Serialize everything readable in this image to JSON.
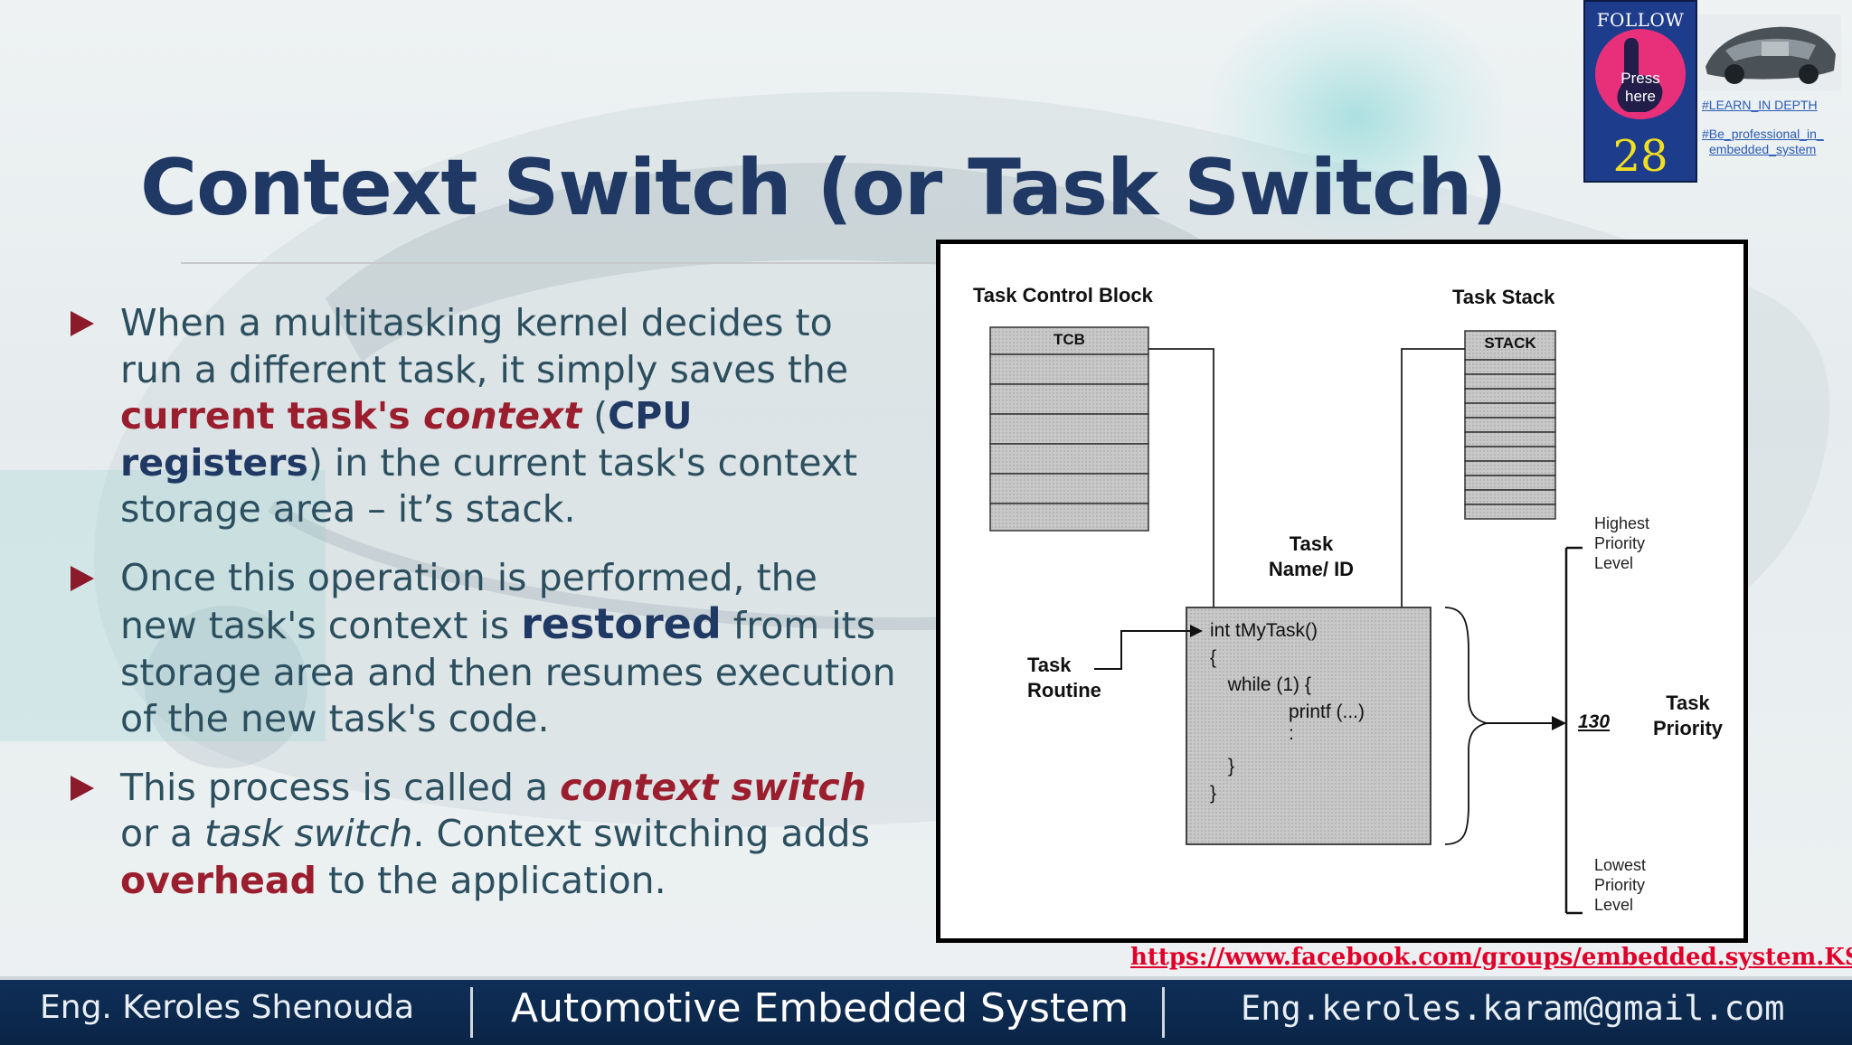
{
  "slide": {
    "title": "Context Switch (or Task Switch)",
    "bullets": [
      {
        "parts": [
          {
            "text": "When a multitasking kernel decides to run a different task, it simply saves the ",
            "style": "plain"
          },
          {
            "text": "current task's ",
            "style": "red"
          },
          {
            "text": "context",
            "style": "redi"
          },
          {
            "text": " (",
            "style": "plain"
          },
          {
            "text": "CPU registers",
            "style": "blue"
          },
          {
            "text": ") in the current task's context storage area – it’s stack.",
            "style": "plain"
          }
        ]
      },
      {
        "parts": [
          {
            "text": " Once this operation is performed, the new task's context is ",
            "style": "plain"
          },
          {
            "text": "restored",
            "style": "blue-big"
          },
          {
            "text": " from its storage area and then resumes execution of the new task's code.",
            "style": "plain"
          }
        ]
      },
      {
        "parts": [
          {
            "text": "This process is called a ",
            "style": "plain"
          },
          {
            "text": "context switch",
            "style": "redi"
          },
          {
            "text": " or a ",
            "style": "plain"
          },
          {
            "text": "task switch",
            "style": "ital"
          },
          {
            "text": ". Context switching adds ",
            "style": "plain"
          },
          {
            "text": "overhead",
            "style": "red"
          },
          {
            "text": " to the application.",
            "style": "plain"
          }
        ]
      }
    ]
  },
  "diagram": {
    "tcb_title": "Task Control Block",
    "tcb_header": "TCB",
    "stack_title": "Task Stack",
    "stack_header": "STACK",
    "task_name": "Task\nName/ ID",
    "task_routine": "Task\nRoutine",
    "code_lines": [
      "int tMyTask()",
      "{",
      "  while (1) {",
      "printf (...)",
      ":",
      "}",
      "}"
    ],
    "highest": "Highest\nPriority\nLevel",
    "lowest": "Lowest\nPriority\nLevel",
    "priority_value": "130",
    "priority_label": "Task\nPriority"
  },
  "follow": {
    "label": "FOLLOW US",
    "press": "Press\nhere",
    "number": "28"
  },
  "tags": [
    "#LEARN_IN DEPTH",
    "#Be_professional_in_",
    "embedded_system"
  ],
  "link": "https://www.facebook.com/groups/embedded.system.KS/",
  "footer": {
    "left": "Eng. Keroles Shenouda",
    "center": "Automotive Embedded System",
    "right": "Eng.keroles.karam@gmail.com"
  },
  "colors": {
    "title": "#1f3864",
    "accent_red": "#9b1e2e",
    "footer_bg": "#0f2f57",
    "follow_bg": "#1e3c8c",
    "follow_circle": "#e8307a",
    "follow_number": "#f2e020",
    "link": "#e0002a"
  }
}
